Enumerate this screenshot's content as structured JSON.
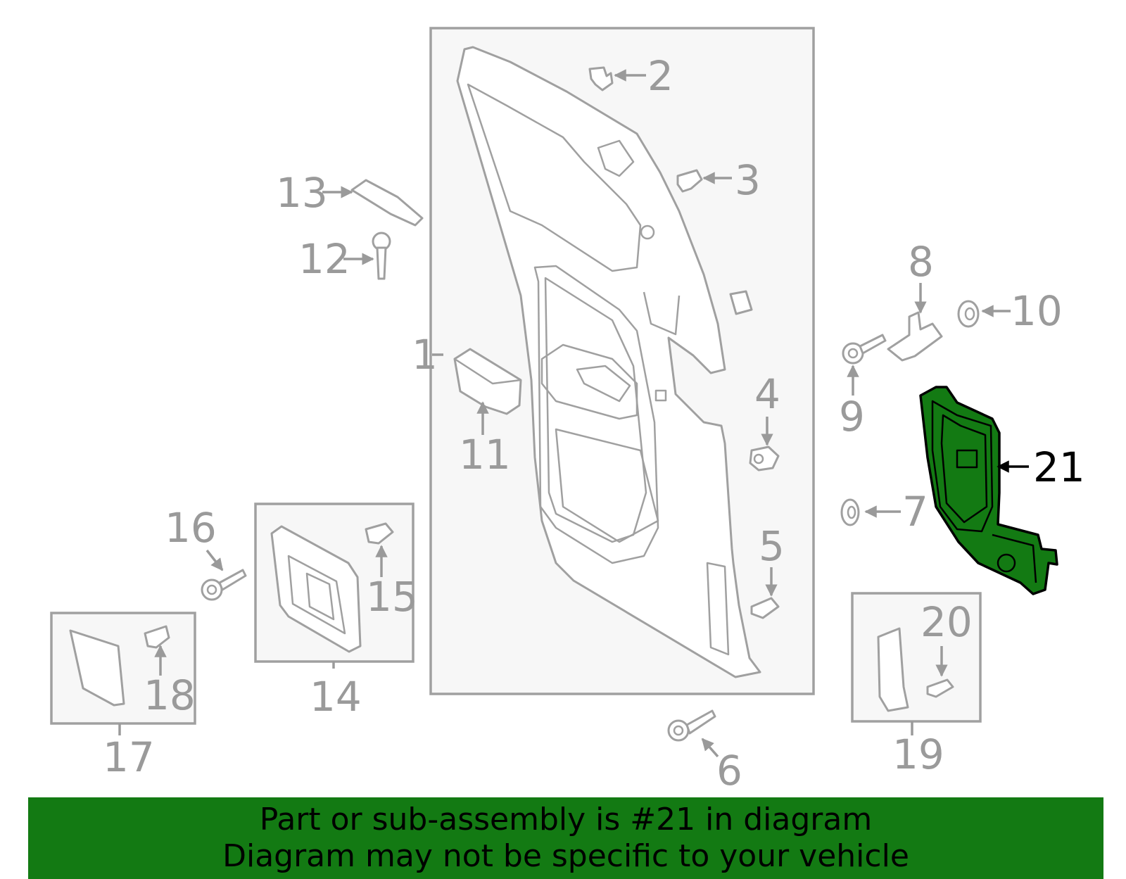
{
  "banner": {
    "line1": "Part or sub-assembly is #21 in diagram",
    "line2": "Diagram may not be specific to your vehicle"
  },
  "highlight_color": "#137a13",
  "callouts": {
    "c1": "1",
    "c2": "2",
    "c3": "3",
    "c4": "4",
    "c5": "5",
    "c6": "6",
    "c7": "7",
    "c8": "8",
    "c9": "9",
    "c10": "10",
    "c11": "11",
    "c12": "12",
    "c13": "13",
    "c14": "14",
    "c15": "15",
    "c16": "16",
    "c17": "17",
    "c18": "18",
    "c19": "19",
    "c20": "20",
    "c21": "21"
  }
}
